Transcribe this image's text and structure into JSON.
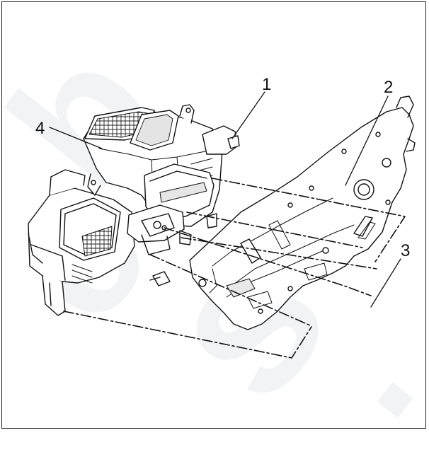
{
  "diagram": {
    "callouts": [
      "1",
      "2",
      "3",
      "4"
    ],
    "watermark": [
      "b",
      "c",
      "s",
      "."
    ]
  },
  "colors": {
    "line": "#111111",
    "fill": "#ffffff",
    "shade": "#dddddd",
    "watermark": "#eef0f2"
  }
}
